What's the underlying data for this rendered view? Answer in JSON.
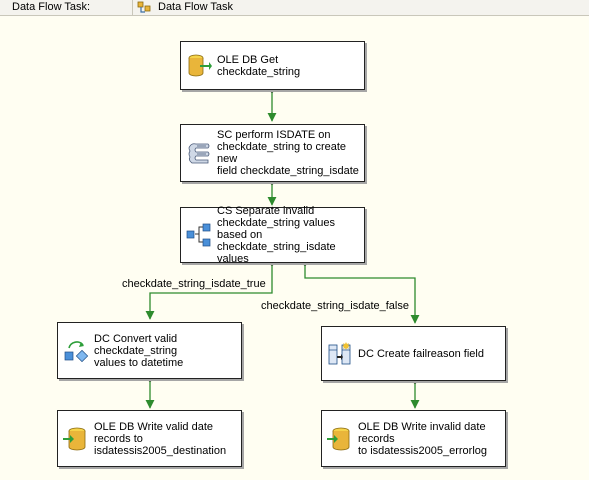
{
  "toolbar": {
    "label": "Data Flow Task:",
    "selected_task": "Data Flow Task",
    "selected_task_icon": "data-flow-task-icon"
  },
  "components": {
    "source": {
      "label": "OLE DB Get checkdate_string",
      "icon": "ole-db-source-icon"
    },
    "script": {
      "label": "SC perform ISDATE on\ncheckdate_string to create new\nfield checkdate_string_isdate",
      "icon": "script-component-icon"
    },
    "split": {
      "label": "CS Separate invalid\ncheckdate_string values based on\ncheckdate_string_isdate values",
      "icon": "conditional-split-icon"
    },
    "convert": {
      "label": "DC Convert valid checkdate_string\nvalues to datetime",
      "icon": "data-conversion-icon"
    },
    "derived": {
      "label": "DC Create failreason field",
      "icon": "derived-column-icon"
    },
    "dest_valid": {
      "label": "OLE DB Write valid date records to\nisdatessis2005_destination",
      "icon": "ole-db-destination-icon"
    },
    "dest_invalid": {
      "label": "OLE DB Write invalid date records\nto isdatessis2005_errorlog",
      "icon": "ole-db-destination-icon"
    }
  },
  "paths": {
    "true_label": "checkdate_string_isdate_true",
    "false_label": "checkdate_string_isdate_false"
  },
  "colors": {
    "canvas": "#fffef2",
    "connector": "#2e8b2e",
    "box_border": "#222222"
  }
}
